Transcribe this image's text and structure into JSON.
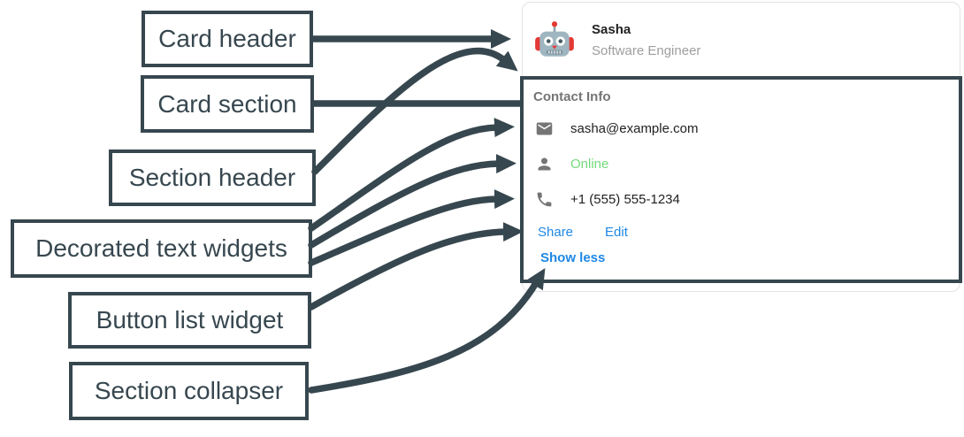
{
  "colors": {
    "annotation_dark": "#37474F",
    "link_blue": "#1E88E5",
    "online_green": "#72D978",
    "muted_gray": "#9E9E9E",
    "section_header_gray": "#757575",
    "icon_gray": "#757575",
    "text_dark": "#212121",
    "card_border_gray": "#E3E3E3",
    "robot_red": "#E53935",
    "robot_gray": "#9FB6C0"
  },
  "annotations": {
    "labels": [
      {
        "text": "Card header"
      },
      {
        "text": "Card section"
      },
      {
        "text": "Section header"
      },
      {
        "text": "Decorated text widgets"
      },
      {
        "text": "Button list widget"
      },
      {
        "text": "Section collapser"
      }
    ]
  },
  "card": {
    "header": {
      "avatar_icon": "robot-avatar-icon",
      "name": "Sasha",
      "subtitle": "Software Engineer"
    },
    "section": {
      "header": "Contact Info",
      "rows": [
        {
          "icon": "mail-icon",
          "text": "sasha@example.com"
        },
        {
          "icon": "person-icon",
          "text": "Online"
        },
        {
          "icon": "phone-icon",
          "text": "+1 (555) 555-1234"
        }
      ],
      "buttons": [
        {
          "label": "Share"
        },
        {
          "label": "Edit"
        }
      ],
      "collapser_label": "Show less"
    }
  }
}
